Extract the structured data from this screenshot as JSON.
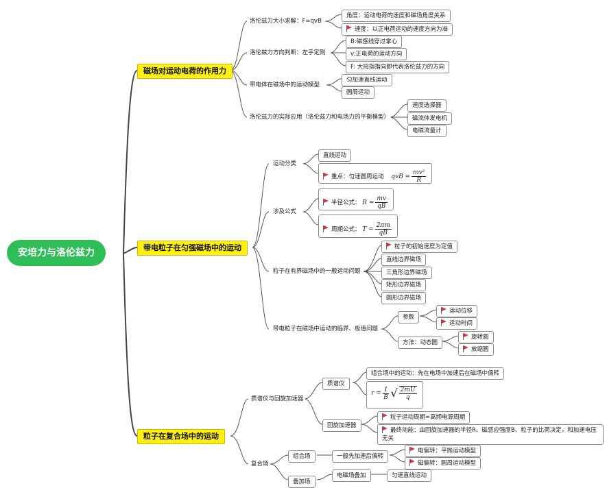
{
  "root": "安培力与洛伦兹力",
  "b1": {
    "title": "磁场对运动电荷的作用力",
    "n1": "洛伦兹力大小求解：F=qvB",
    "n1a": "角度：运动电荷的速度和磁场角度关系",
    "n1b": "速度：以正电荷运动的速度方向为准",
    "n2": "洛伦兹力方向判断：左手定则",
    "n2a": "B:磁感线穿过掌心",
    "n2b": "v:正电荷的运动方向",
    "n2c": "F: 大拇指指向即代表洛伦兹力的方向",
    "n3": "带电体在磁场中的运动模型",
    "n3a": "匀加速直线运动",
    "n3b": "圆周运动",
    "n4": "洛伦兹力的实际应用（洛伦兹力和电场力的平衡模型）",
    "n4a": "速度选择器",
    "n4b": "磁流体发电机",
    "n4c": "电磁流量计"
  },
  "b2": {
    "title": "带电粒子在匀强磁场中的运动",
    "c1": "运动分类",
    "c1a": "直线运动",
    "c1b": "重点：匀速圆周运动",
    "c2": "涉及公式",
    "c2a": "半径公式：",
    "c2b": "周期公式：",
    "c3": "粒子在有界磁场中的一般运动问题",
    "c3a": "粒子的初始速度为定值",
    "c3b": "直线边界磁场",
    "c3c": "三角形边界磁场",
    "c3d": "矩形边界磁场",
    "c3e": "圆形边界磁场",
    "c4": "带电粒子在磁场中运动的临界、极值问题",
    "c4a": "参数",
    "c4a1": "运动位移",
    "c4a2": "运动时间",
    "c4b": "方法：动态圆",
    "c4b1": "旋转圆",
    "c4b2": "放缩圆"
  },
  "b3": {
    "title": "粒子在复合场中的运动",
    "d1": "质谱仪与回旋加速器",
    "d1a": "质谱仪",
    "d1a1": "组合场中的运动：先在电场中加速后在磁场中偏转",
    "d1b": "回旋加速器",
    "d1b1": "粒子运动周期=高频电源周期",
    "d1b2": "最终动能：由回旋加速器的半径R、磁感应强度B、粒子的比荷决定，和加速电压无关",
    "d2": "复合场",
    "d2a": "组合场",
    "d2a1": "一般先加速后偏转",
    "d2a1x": "电偏转：平抛运动模型",
    "d2a1y": "磁偏转：圆周运动模型",
    "d2b": "叠加场",
    "d2b1": "电磁场叠加",
    "d2b1x": "匀速直线运动"
  },
  "formulas": {
    "qvb_lhs": "qvB =",
    "qvb_num": "mv²",
    "qvb_den": "R",
    "r_lhs": "R =",
    "r_num": "mv",
    "r_den": "qB",
    "t_lhs": "T =",
    "t_num": "2πm",
    "t_den": "qB",
    "ms_lhs": "r =",
    "ms_num1": "1",
    "ms_den1": "B",
    "ms_num2": "2mU",
    "ms_den2": "q"
  }
}
